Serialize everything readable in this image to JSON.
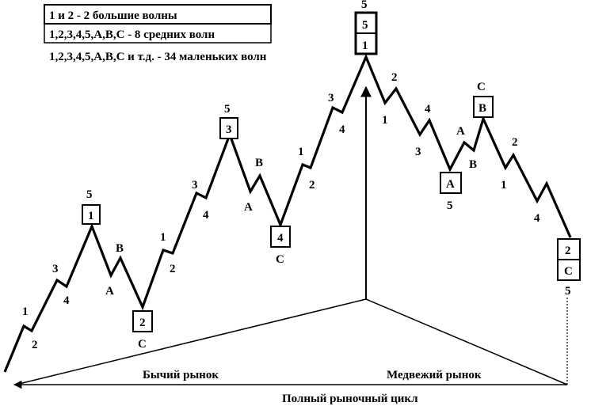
{
  "legend": {
    "line1": "1 и 2 - 2 большие волны",
    "line2": "1,2,3,4,5,A,B,C - 8 средних волн",
    "line3": "1,2,3,4,5,A,B,C  и т.д. - 34 маленьких волн"
  },
  "market": {
    "bull": "Бычий рынок",
    "bear": "Медвежий рынок",
    "cycle": "Полный рыночный цикл"
  },
  "labels": {
    "s1": "1",
    "s2": "2",
    "s3": "3",
    "s4": "4",
    "s5": "5",
    "b1": "1",
    "sA": "A",
    "sB": "B",
    "sC": "C",
    "b2": "2",
    "s1b": "1",
    "s2b": "2",
    "s3b": "3",
    "s4b": "4",
    "s5b": "5",
    "b3": "3",
    "sAb": "A",
    "sBb": "B",
    "b4": "4",
    "sCb": "C",
    "s1c": "1",
    "s2c": "2",
    "s3c": "3",
    "s4c": "4",
    "s5c": "5",
    "b5": "5",
    "b1top": "1",
    "d1": "1",
    "d2": "2",
    "d3": "3",
    "d4": "4",
    "d5": "5",
    "bA": "A",
    "dA": "A",
    "dB": "B",
    "dC": "C",
    "bB": "B",
    "e1": "1",
    "e2": "2",
    "e4": "4",
    "b2end": "2",
    "bCend": "C",
    "e5": "5"
  }
}
